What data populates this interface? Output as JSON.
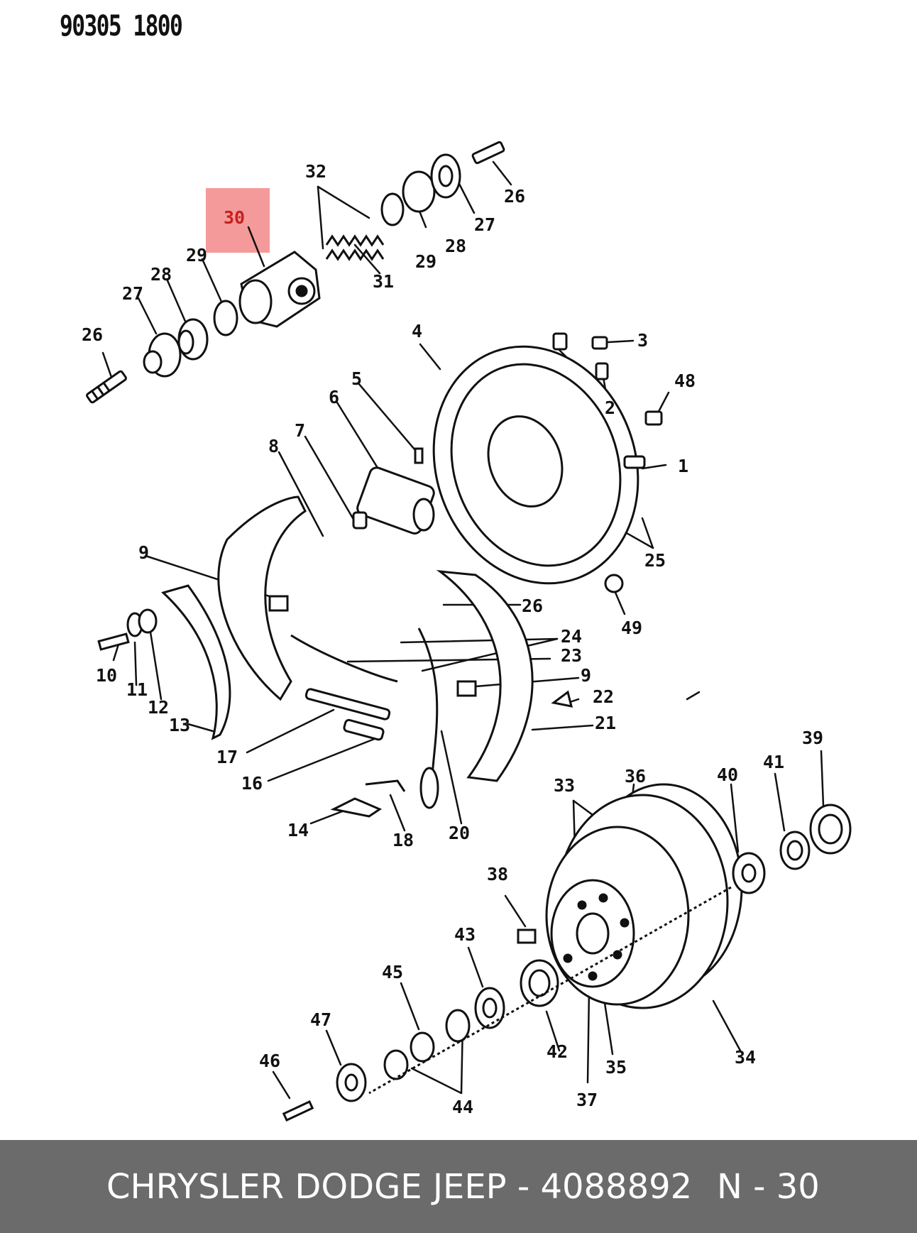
{
  "header": {
    "doc_id": "90305 1800"
  },
  "footer": {
    "brand_part": "CHRYSLER DODGE JEEP - 4088892",
    "page": "N - 30"
  },
  "highlighted_callout": "30",
  "callouts": {
    "c26a": "26",
    "c27a": "27",
    "c28a": "28",
    "c29a": "29",
    "c30": "30",
    "c31": "31",
    "c32": "32",
    "c29b": "29",
    "c28b": "28",
    "c27b": "27",
    "c26b": "26",
    "c4": "4",
    "c3": "3",
    "c2": "2",
    "c48": "48",
    "c1": "1",
    "c25": "25",
    "c49": "49",
    "c5": "5",
    "c6": "6",
    "c7": "7",
    "c8": "8",
    "c9a": "9",
    "c10": "10",
    "c11": "11",
    "c12": "12",
    "c13": "13",
    "c26c": "26",
    "c24": "24",
    "c23": "23",
    "c9b": "9",
    "c22": "22",
    "c21": "21",
    "c17": "17",
    "c16": "16",
    "c14": "14",
    "c18": "18",
    "c20": "20",
    "c33": "33",
    "c36": "36",
    "c40": "40",
    "c41": "41",
    "c39": "39",
    "c38": "38",
    "c43": "43",
    "c45": "45",
    "c47": "47",
    "c46": "46",
    "c44": "44",
    "c42": "42",
    "c37": "37",
    "c35": "35",
    "c34": "34"
  }
}
